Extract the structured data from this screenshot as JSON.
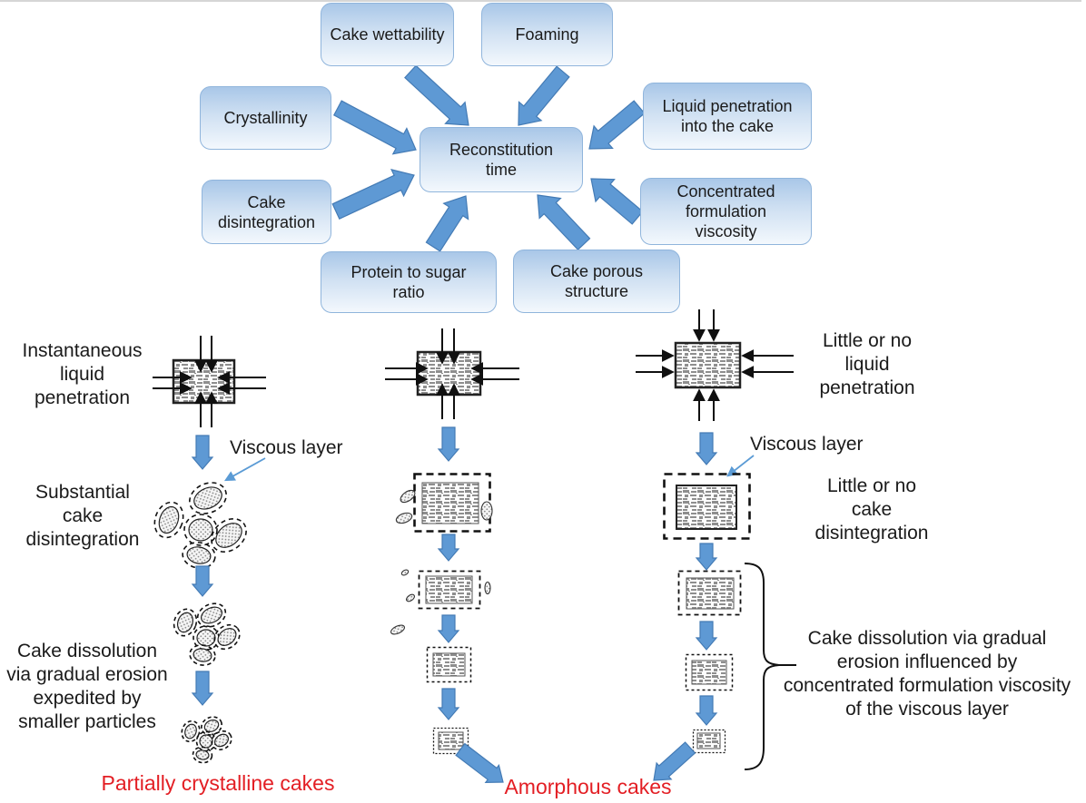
{
  "factor_map": {
    "center_label": "Reconstitution\ntime",
    "factors": [
      {
        "label": "Cake wettability"
      },
      {
        "label": "Foaming"
      },
      {
        "label": "Crystallinity"
      },
      {
        "label": "Liquid penetration\ninto the cake"
      },
      {
        "label": "Cake\ndisintegration"
      },
      {
        "label": "Concentrated\nformulation\nviscosity"
      },
      {
        "label": "Protein to sugar\nratio"
      },
      {
        "label": "Cake porous\nstructure"
      }
    ]
  },
  "pathways": {
    "left": {
      "step1": "Instantaneous\nliquid\npenetration",
      "viscous_layer_label": "Viscous layer",
      "step2": "Substantial\ncake\ndisintegration",
      "step3": "Cake dissolution\nvia gradual erosion\nexpedited by\nsmaller particles",
      "outcome": "Partially crystalline cakes"
    },
    "middle": {
      "outcome": "Amorphous cakes"
    },
    "right": {
      "step1": "Little or no\nliquid\npenetration",
      "viscous_layer_label": "Viscous layer",
      "step2": "Little or no\ncake\ndisintegration",
      "note": "Cake dissolution via gradual\nerosion influenced by\nconcentrated formulation viscosity\nof the viscous layer"
    }
  },
  "colors": {
    "factor_box_fill_top": "#a9c7e8",
    "factor_box_fill_bottom": "#f3f8fd",
    "factor_box_border": "#90b5dc",
    "arrow_fill": "#5e99d4",
    "arrow_stroke": "#447bb5",
    "outcome_text": "#e31e24",
    "viscous_pointer": "#5b9bd5"
  }
}
